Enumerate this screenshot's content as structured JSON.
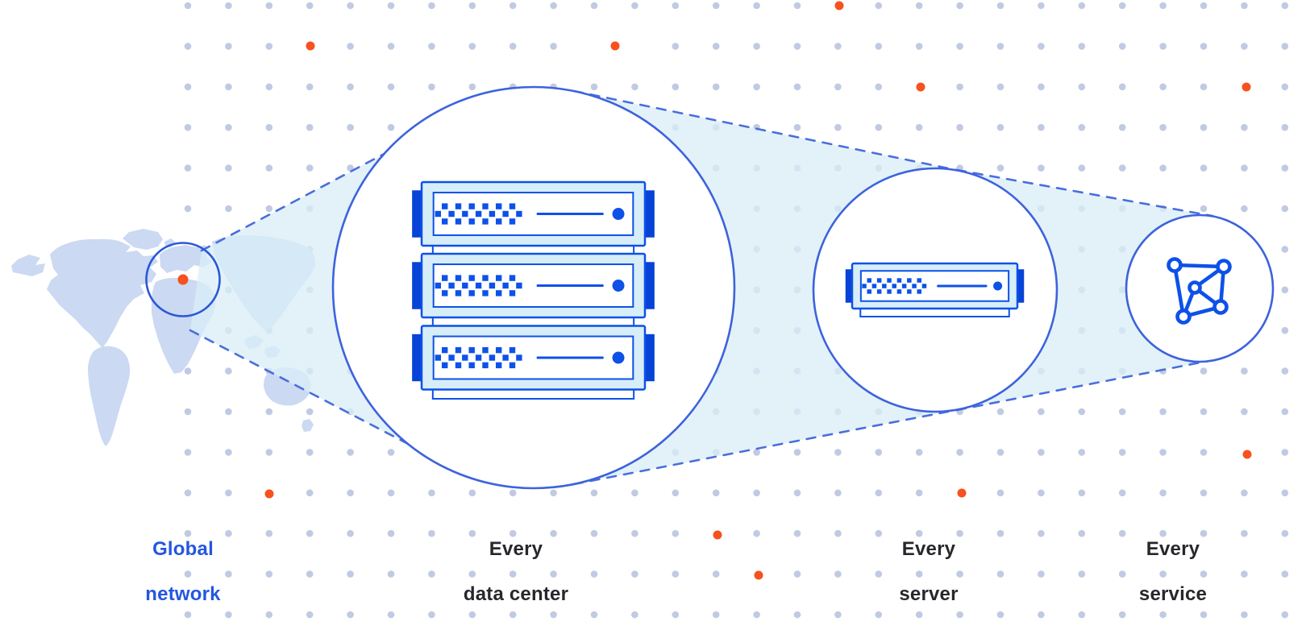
{
  "diagram": {
    "title": "network zoom diagram",
    "stages": [
      {
        "name": "global-network",
        "label_line1": "Global",
        "label_line2": "network",
        "highlighted": true,
        "icon": "world-map-with-location-marker"
      },
      {
        "name": "every-data-center",
        "label_line1": "Every",
        "label_line2": "data center",
        "highlighted": false,
        "icon": "server-rack-stack-icon"
      },
      {
        "name": "every-server",
        "label_line1": "Every",
        "label_line2": "server",
        "highlighted": false,
        "icon": "server-unit-icon"
      },
      {
        "name": "every-service",
        "label_line1": "Every",
        "label_line2": "service",
        "highlighted": false,
        "icon": "network-mesh-icon"
      }
    ]
  },
  "colors": {
    "label_blue": "#2456E0",
    "label_dark": "#26282B",
    "primary_blue": "#0D51E8",
    "dark_blue": "#0743D6",
    "circle_stroke": "#3D63DC",
    "map_circle_stroke": "#2B58D6",
    "dash_stroke": "#4A6EDC",
    "server_fill_light": "#D7EEF9",
    "cone_fill": "#D9EEF7",
    "map_fill": "#CBD9F2",
    "grid_dot": "#C1CAE3",
    "orange": "#F6511E",
    "white": "#FFFFFF"
  }
}
